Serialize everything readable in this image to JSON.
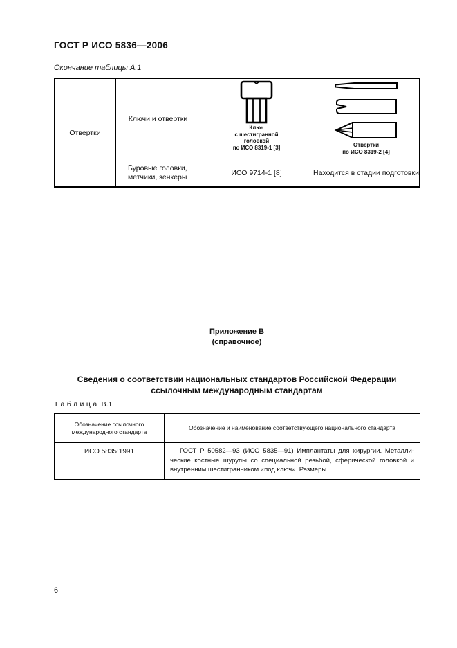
{
  "doc": {
    "header_title": "ГОСТ Р ИСО 5836—2006",
    "page_number": "6"
  },
  "table_a": {
    "caption": "Окончание таблицы А.1",
    "col_instrument": "Отвертки",
    "keys_row": {
      "name": "Ключи и отвертки",
      "key_icon": "hex-key-with-handle",
      "key_caption": [
        "Ключ",
        "с шестигранной",
        "головкой",
        "по ИСО 8319-1 [3]"
      ],
      "driver_icons": [
        "flat-screwdriver-tip",
        "cross-screwdriver-tip",
        "cone-screwdriver-tip"
      ],
      "driver_caption": [
        "Отвертки",
        "по ИСО 8319-2 [4]"
      ]
    },
    "drill_row": {
      "name_lines": [
        "Буровые головки,",
        "метчики, зенкеры"
      ],
      "standard": "ИСО  9714-1 [8]",
      "status": "Находится в стадии подготовки"
    }
  },
  "annex": {
    "title": "Приложение В",
    "subtitle": "(справочное)",
    "heading_lines": [
      "Сведения о соответствии национальных стандартов Российской Федерации",
      "ссылочным международным стандартам"
    ],
    "table_label_word": "Таблица",
    "table_label_num": "В.1"
  },
  "table_b": {
    "headers": [
      "Обозначение ссылочного международного стандарта",
      "Обозначение и наименование соответствующего национального стандарта"
    ],
    "row": {
      "ref_standard": "ИСО  5835:1991",
      "text_lines": [
        "ГОСТ Р 50582—93 (ИСО 5835—91) Имплантаты для хирургии. Металли-",
        "ческие костные шурупы со специальной резьбой, сферической головкой и",
        "внутренним шестигранником «под ключ». Размеры"
      ]
    }
  },
  "colors": {
    "ink": "#111111",
    "paper": "#ffffff"
  }
}
